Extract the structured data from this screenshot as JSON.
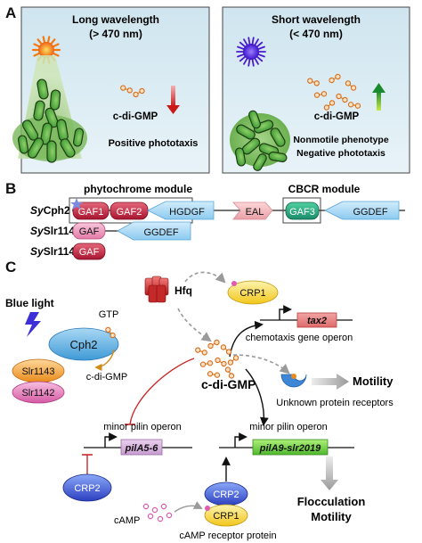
{
  "panel_a": {
    "letter": "A",
    "left_box": {
      "title": "Long wavelength",
      "subtitle": "(> 470 nm)",
      "c_di_gmp_label": "c-di-GMP",
      "caption": "Positive phototaxis"
    },
    "right_box": {
      "title": "Short wavelength",
      "subtitle": "(< 470 nm)",
      "c_di_gmp_label": "c-di-GMP",
      "caption_line1": "Nonmotile phenotype",
      "caption_line2": "Negative phototaxis"
    }
  },
  "panel_b": {
    "letter": "B",
    "phytochrome_module_label": "phytochrome module",
    "cbcr_module_label": "CBCR module",
    "proteins": [
      {
        "prefix": "Sy",
        "name": "Cph2",
        "domains": [
          "GAF1",
          "GAF2",
          "HGDGF",
          "EAL",
          "GAF3",
          "GGDEF"
        ]
      },
      {
        "prefix": "Sy",
        "name": "Slr1143",
        "domains": [
          "GAF",
          "GGDEF"
        ]
      },
      {
        "prefix": "Sy",
        "name": "Slr1142",
        "domains": [
          "GAF"
        ]
      }
    ]
  },
  "panel_c": {
    "letter": "C",
    "blue_light": "Blue light",
    "gtp": "GTP",
    "c_di_gmp_small": "c-di-GMP",
    "c_di_gmp_center": "c-di-GMP",
    "cph2": "Cph2",
    "slr1143": "Slr1143",
    "slr1142": "Slr1142",
    "hfq": "Hfq",
    "crp1": "CRP1",
    "tax2": "tax2",
    "chemotaxis_operon": "chemotaxis gene operon",
    "motility": "Motility",
    "unknown_receptors": "Unknown protein receptors",
    "minor_pilin_left": "minor pilin operon",
    "pila5": "pilA5-6",
    "minor_pilin_right": "minor pilin operon",
    "pila9": "pilA9-slr2019",
    "crp2_left": "CRP2",
    "crp2_complex": "CRP2",
    "crp1_complex": "CRP1",
    "camp": "cAMP",
    "camp_receptor": "cAMP receptor protein",
    "outcome_line1": "Flocculation",
    "outcome_line2": "Motility"
  }
}
